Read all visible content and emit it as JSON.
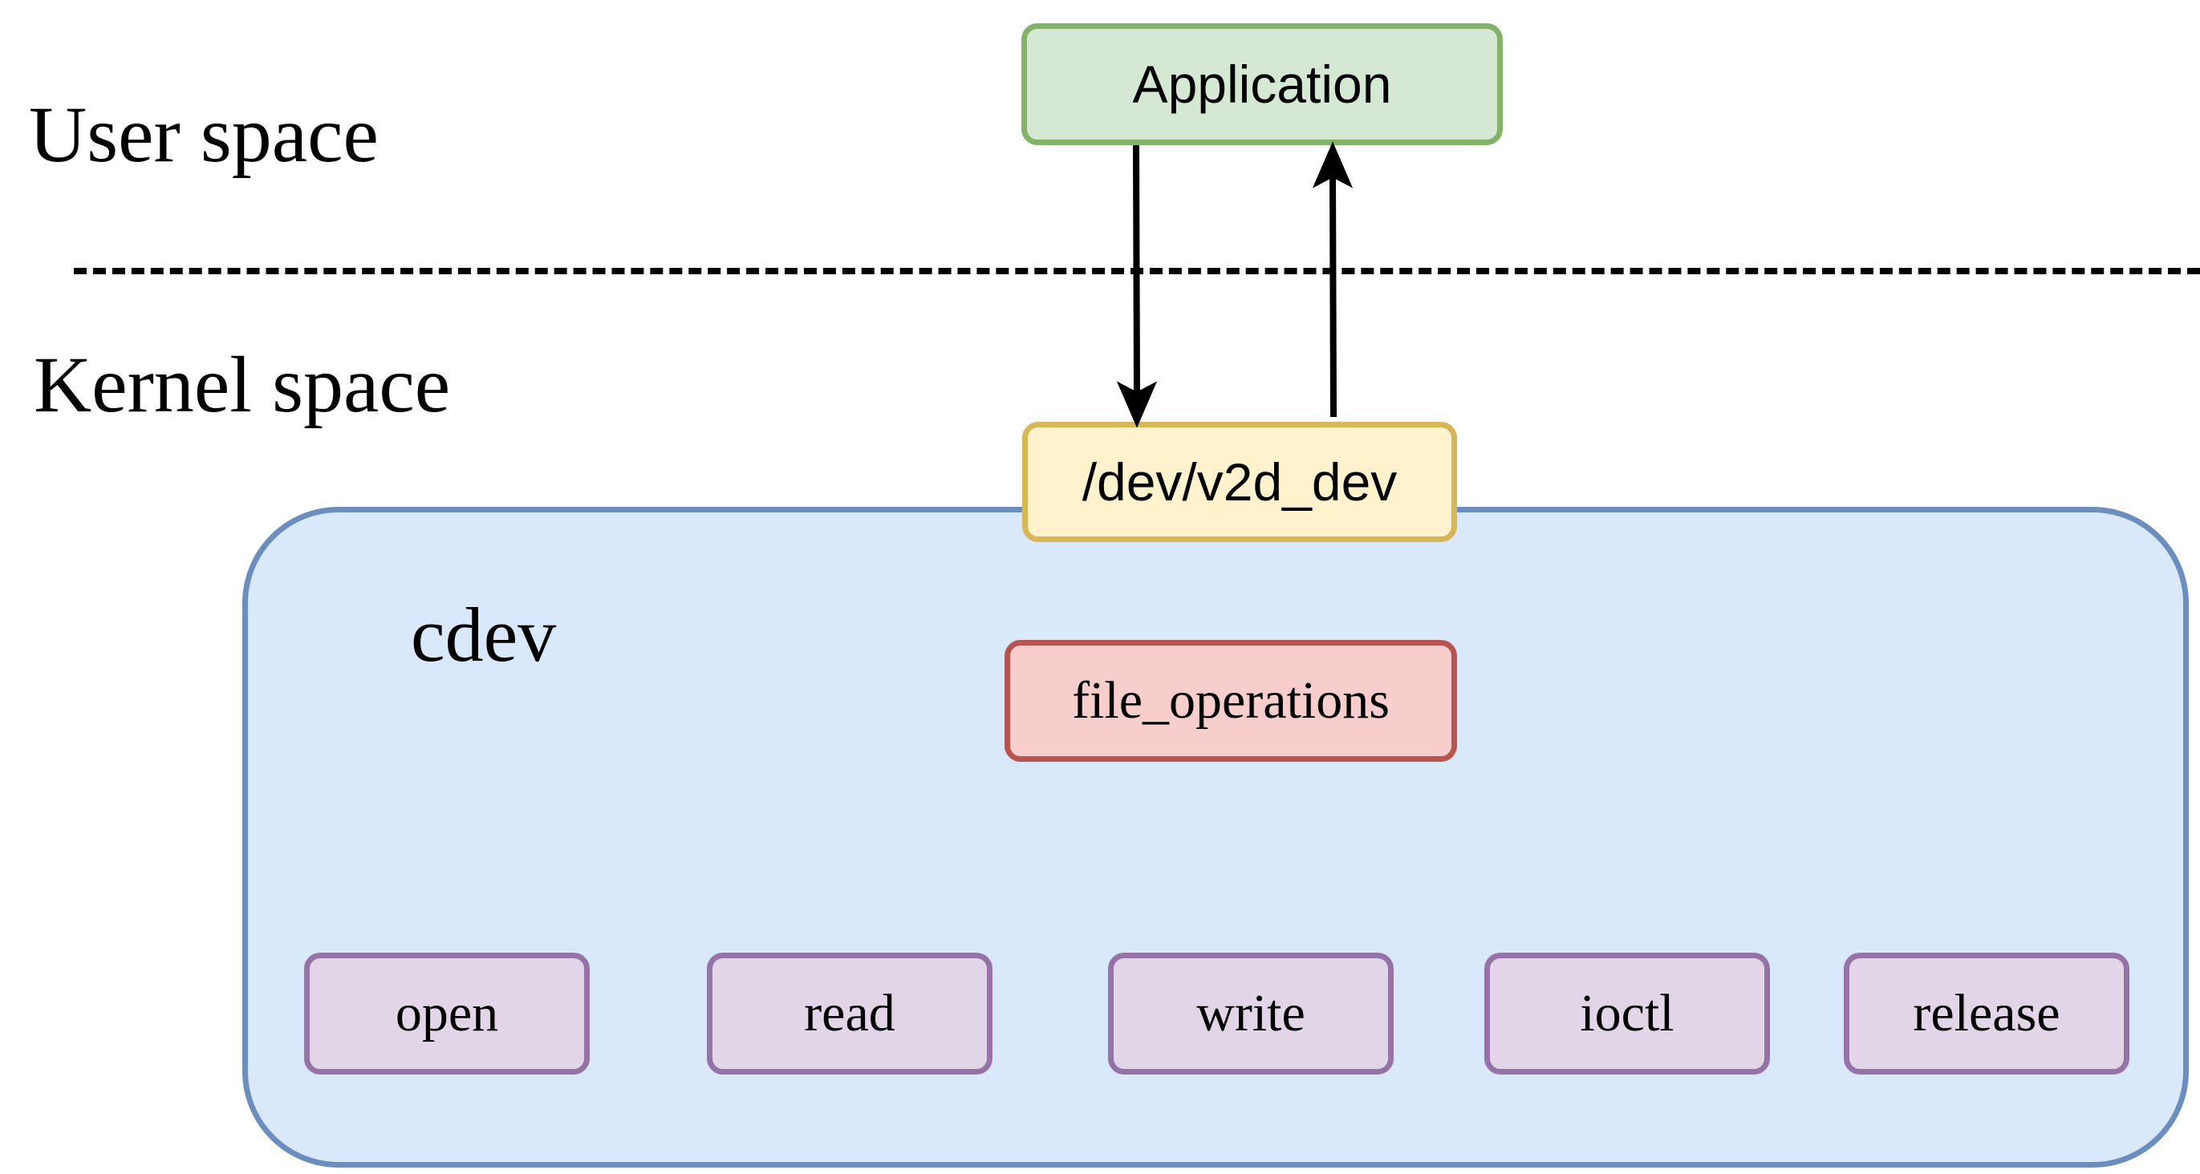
{
  "labels": {
    "user_space": "User space",
    "kernel_space": "Kernel space",
    "cdev": "cdev"
  },
  "nodes": {
    "application": "Application",
    "device_file": "/dev/v2d_dev",
    "file_operations": "file_operations"
  },
  "operations": [
    "open",
    "read",
    "write",
    "ioctl",
    "release"
  ],
  "colors": {
    "application_fill": "#d5e8d4",
    "application_border": "#82b366",
    "device_fill": "#fff2cc",
    "device_border": "#d6b656",
    "fops_fill": "#f8cecc",
    "fops_border": "#b85450",
    "ops_fill": "#e1d5e7",
    "ops_border": "#9673a6",
    "cdev_fill": "#dae8fc",
    "cdev_border": "#6c8ebf"
  }
}
